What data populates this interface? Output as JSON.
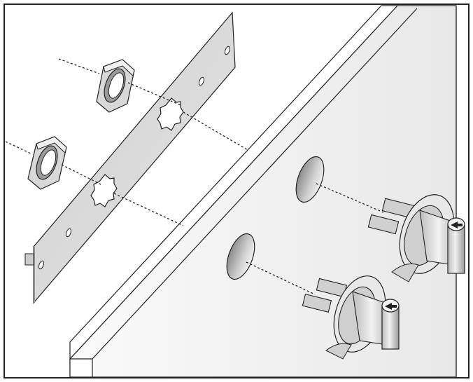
{
  "figure": {
    "kind": "exploded assembly diagram",
    "parts": {
      "lock_nuts": {
        "count": 2,
        "shape": "hexagon"
      },
      "mounting_strip": {
        "holes_round": 4,
        "holes_serrated": 2,
        "color": "#d9d9d9"
      },
      "panel": {
        "holes": 2,
        "color": "#f2f2f2"
      },
      "switches": {
        "count": 2,
        "arrow_symbol": "left-arrow"
      }
    },
    "colors": {
      "outline": "#222222",
      "metal_light": "#e6e6e6",
      "metal_mid": "#bdbdbd",
      "metal_dark": "#8c8c8c",
      "panel_face": "#f4f4f4"
    }
  }
}
